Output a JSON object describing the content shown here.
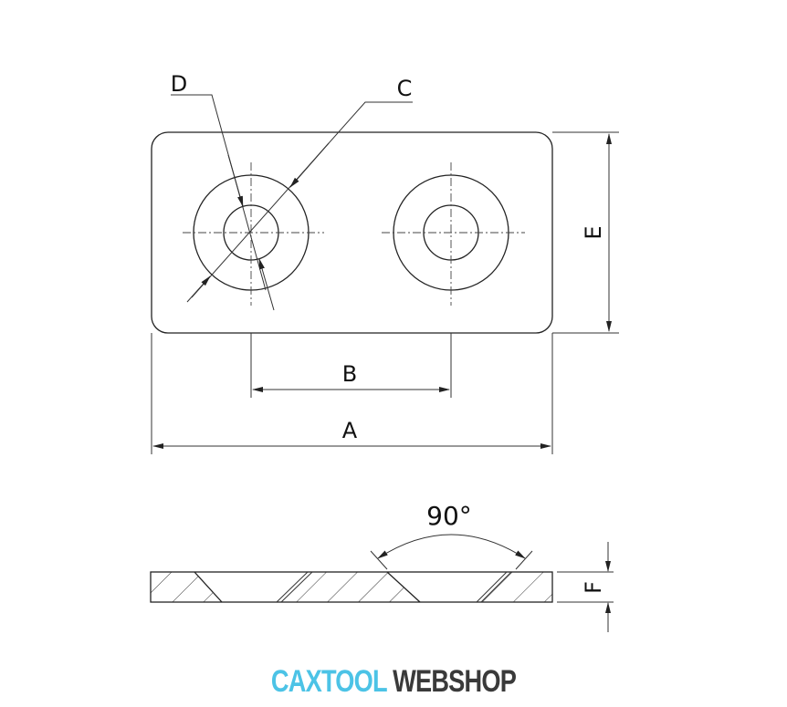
{
  "labels": {
    "A": "A",
    "B": "B",
    "C": "C",
    "D": "D",
    "E": "E",
    "F": "F",
    "angle": "90°"
  },
  "logo": {
    "part1": "CAXTOOL",
    "part2": "WEBSHOP",
    "color1": "#4cc3e6",
    "color2": "#3a3a3a"
  }
}
